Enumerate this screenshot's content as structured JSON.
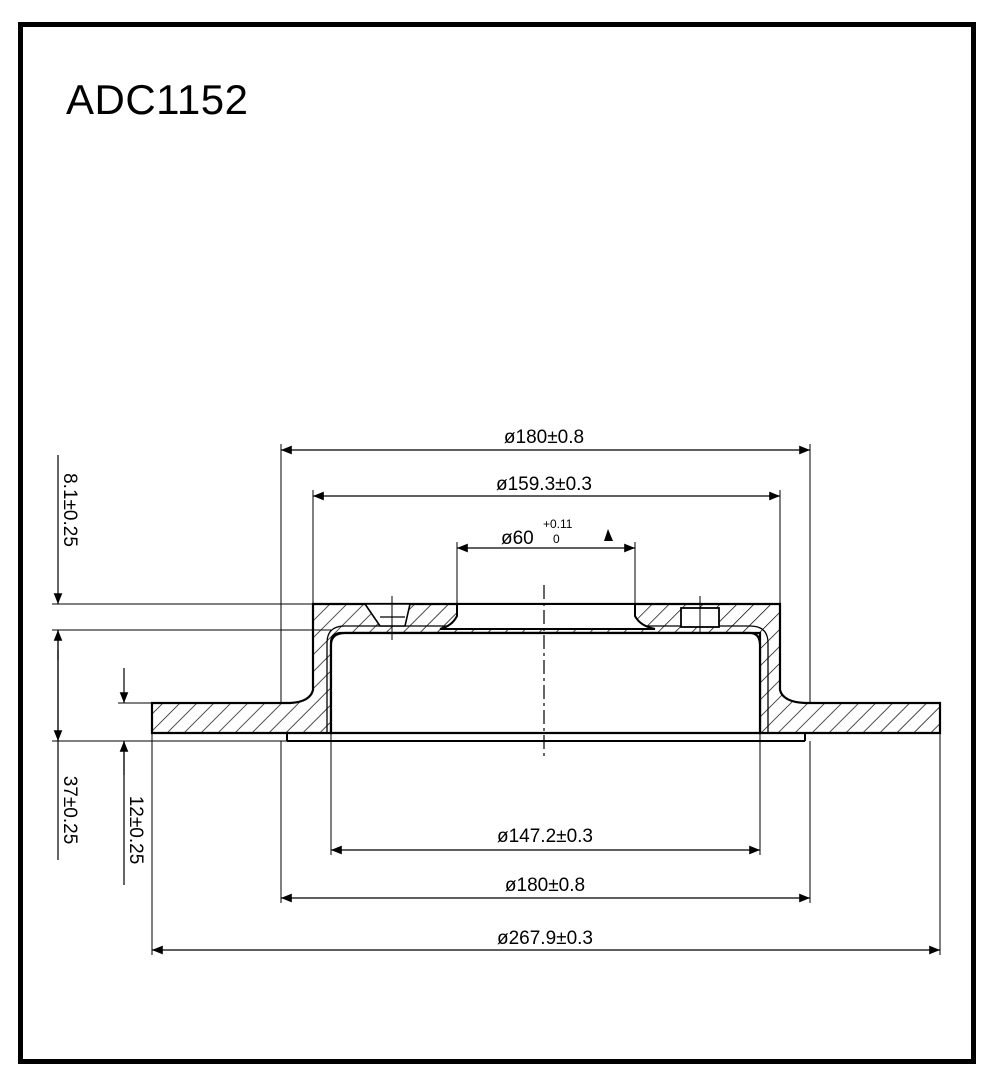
{
  "title": "ADC1152",
  "dimensions": {
    "d180_top": "ø180±0.8",
    "d159": "ø159.3±0.3",
    "d60_base": "ø60",
    "d60_tol_upper": "+0.11",
    "d60_tol_lower": "0",
    "d147": "ø147.2±0.3",
    "d180_bottom": "ø180±0.8",
    "d267": "ø267.9±0.3",
    "hat_thickness": "8.1±0.25",
    "overall_height": "37±0.25",
    "disc_thickness": "12±0.25"
  },
  "colors": {
    "line": "#000000",
    "background": "#ffffff"
  }
}
